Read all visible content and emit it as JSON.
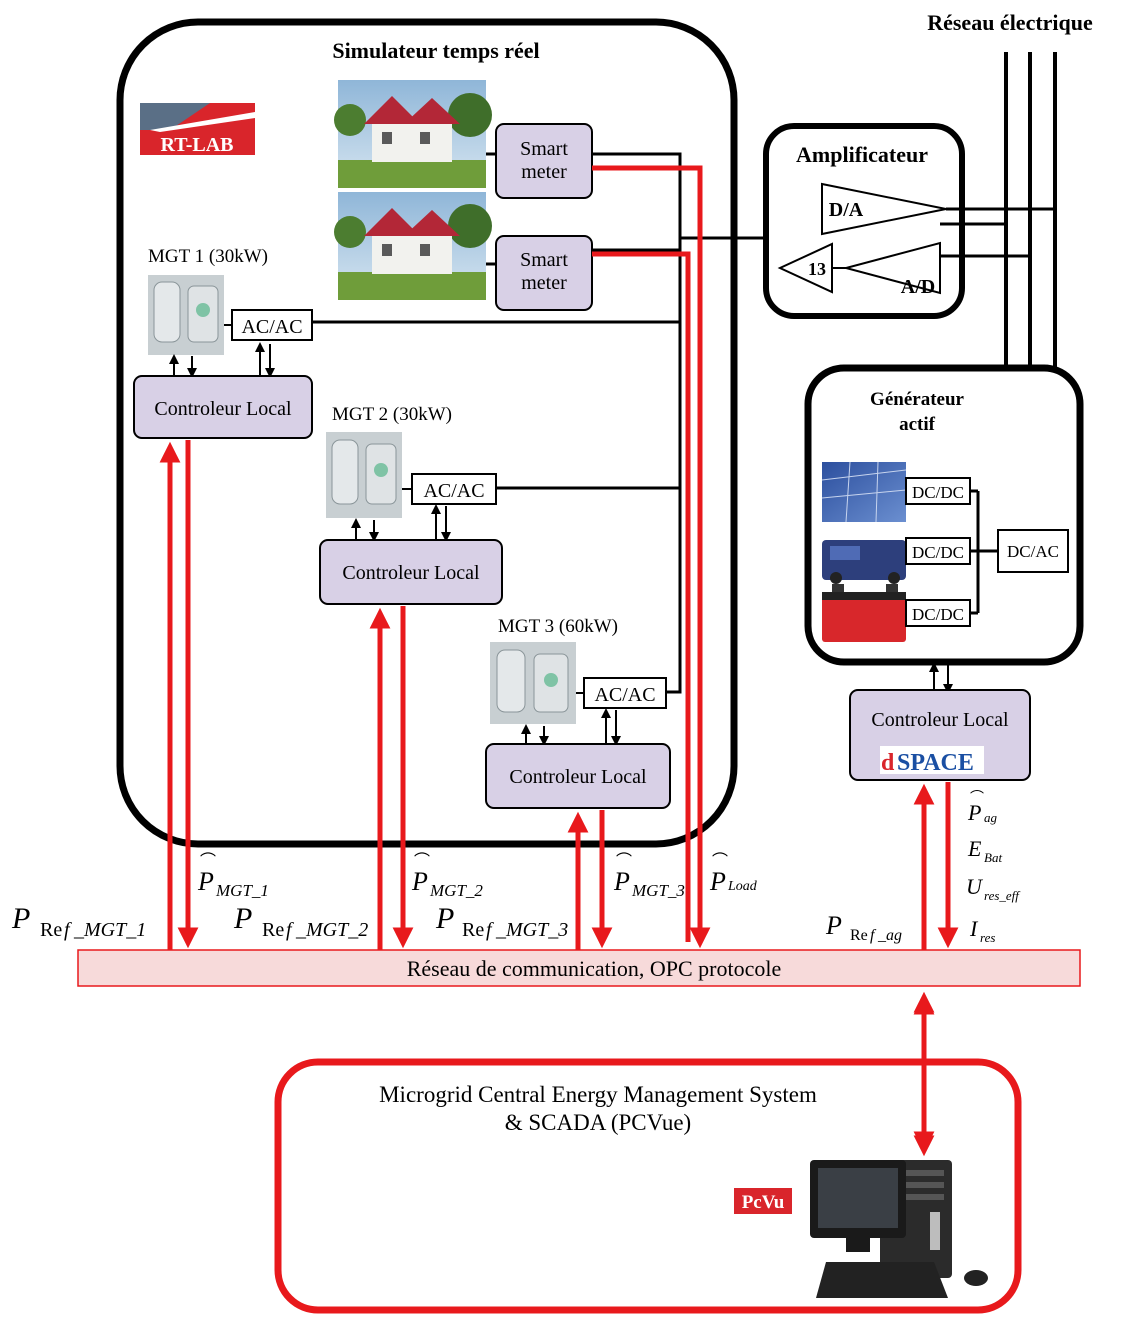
{
  "diagram": {
    "title_grid": "Réseau électrique",
    "simulator_title": "Simulateur temps réel",
    "rtlab_logo": "RT-LAB",
    "smart_meter_line1": "Smart",
    "smart_meter_line2": "meter",
    "amplifier_title": "Amplificateur",
    "da_label": "D/A",
    "ad_label": "A/D",
    "amp_count": "13",
    "mgt1_label": "MGT 1 (30kW)",
    "mgt2_label": "MGT 2 (30kW)",
    "mgt3_label": "MGT 3 (60kW)",
    "acac_label": "AC/AC",
    "controller_label": "Controleur Local",
    "active_gen_line1": "Générateur",
    "active_gen_line2": "actif",
    "dcdc_label": "DC/DC",
    "dcac_label": "DC/AC",
    "dspace_logo_d": "d",
    "dspace_logo_rest": "SPACE",
    "comm_network": "Réseau de communication, OPC protocole",
    "ems_line1": "Microgrid Central Energy Management System",
    "ems_line2": "& SCADA (PCVue)",
    "pcvue_logo": "PcVu",
    "signals": {
      "p": "P",
      "ref_main": "Re",
      "ref_f": "f",
      "pref_mgt1_sub": "_MGT_1",
      "pref_mgt2_sub": "_MGT_2",
      "pref_mgt3_sub": "_MGT_3",
      "pref_ag_sub": "_ag",
      "pmgt1_sub": "MGT_1",
      "pmgt2_sub": "MGT_2",
      "pmgt3_sub": "MGT_3",
      "pload_sub": "Load",
      "pag_sub": "ag",
      "e": "E",
      "ebat_sub": "Bat",
      "u": "U",
      "ures_sub": "res_eff",
      "i": "I",
      "ires_sub": "res",
      "hat": "⌒"
    }
  }
}
